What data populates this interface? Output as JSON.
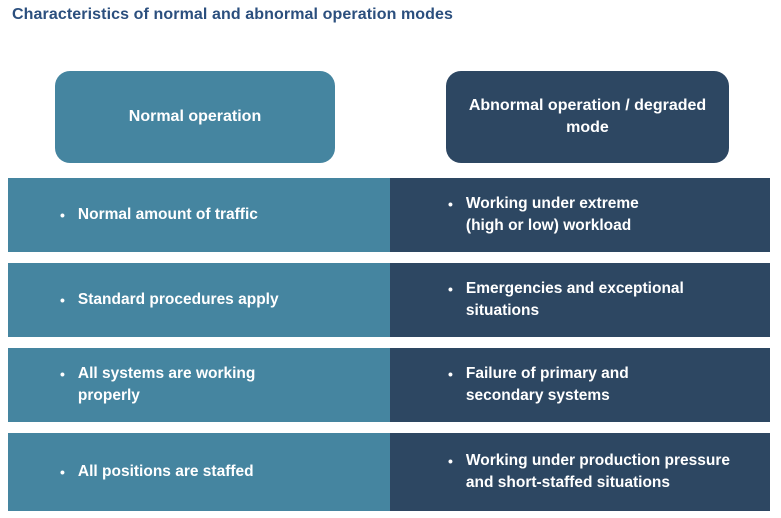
{
  "title": "Characteristics of normal and abnormal operation modes",
  "colors": {
    "teal": "#4585A0",
    "navy": "#2D4762",
    "title_text": "#2B4F7E",
    "cell_text": "#FFFFFF",
    "background": "#FFFFFF"
  },
  "icons": {
    "bullet": "•"
  },
  "columns": [
    {
      "header": "Normal operation"
    },
    {
      "header": "Abnormal operation / degraded\nmode"
    }
  ],
  "table": {
    "rows": [
      {
        "left": "Normal amount of traffic",
        "right": "Working under extreme\n(high or low) workload"
      },
      {
        "left": "Standard procedures apply",
        "right": "Emergencies and exceptional\nsituations"
      },
      {
        "left": "All systems are working\nproperly",
        "right": "Failure of primary and\nsecondary systems"
      },
      {
        "left": "All positions are staffed",
        "right": "Working under production pressure\nand short-staffed situations"
      }
    ]
  }
}
